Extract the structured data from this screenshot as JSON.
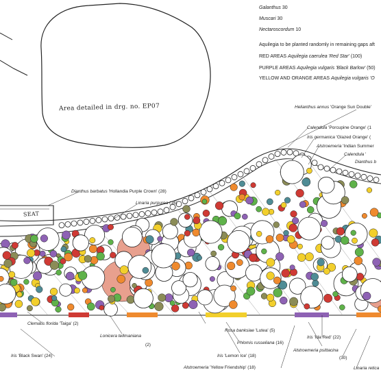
{
  "title_block": {
    "bulb_lines": [
      {
        "name": "Galanthus",
        "qty": "30"
      },
      {
        "name": "Muscari",
        "qty": "30"
      },
      {
        "name": "Nectaroscordum",
        "qty": "10"
      }
    ],
    "aquilegia_intro": "Aquilegia to be planted randomly in remaining gaps aft",
    "aquilegia_lines": [
      {
        "area": "RED AREAS",
        "plant": "Aquilegia caerulea 'Red Star'",
        "qty": "(100)"
      },
      {
        "area": "PURPLE AREAS",
        "plant": "Aquilegia vulgaris 'Black Barlow'",
        "qty": "(50)"
      },
      {
        "area": "YELLOW AND ORANGE AREAS",
        "plant": "Aquilegia vulgaris 'O",
        "qty": ""
      }
    ]
  },
  "handwritten": {
    "area_note": "Area detailed in drg. no. EP07",
    "seat": "SEAT"
  },
  "labels": [
    {
      "id": "helianthus",
      "species": "Helianthus annus",
      "cultivar": "'Orange Sun Double'",
      "qty": ""
    },
    {
      "id": "calendula",
      "species": "Calendula",
      "cultivar": "'Porcupine Orange'",
      "qty": "(1"
    },
    {
      "id": "iris-germanica",
      "species": "Iris germanica",
      "cultivar": "'Glazed Orange'",
      "qty": "("
    },
    {
      "id": "alstroemeria-summer",
      "species": "Alstroemeria",
      "cultivar": "'Indian Summer",
      "qty": ""
    },
    {
      "id": "calendula-2",
      "species": "Calendula",
      "cultivar": "'",
      "qty": ""
    },
    {
      "id": "dianthus-b",
      "species": "Dianthus b",
      "cultivar": "",
      "qty": ""
    },
    {
      "id": "dianthus-barbatus",
      "species": "Dianthus barbatus",
      "cultivar": "'Hollandia Purple Crown'",
      "qty": "(28)"
    },
    {
      "id": "linaria-purpurea",
      "species": "Linaria purpurea",
      "cultivar": "",
      "qty": "(16)"
    },
    {
      "id": "clematis",
      "species": "Clematis florida",
      "cultivar": "'Taiga'",
      "qty": "(2)"
    },
    {
      "id": "iris-black-swan",
      "species": "Iris",
      "cultivar": "'Black Swan'",
      "qty": "(24)"
    },
    {
      "id": "lonicera",
      "species": "Lonicera tellmaniana",
      "cultivar": "",
      "qty": "(2)"
    },
    {
      "id": "rosa",
      "species": "Rosa banksiae",
      "cultivar": "'Lutea'",
      "qty": "(5)"
    },
    {
      "id": "phlomis",
      "species": "Phlomis russeliana",
      "cultivar": "",
      "qty": "(16)"
    },
    {
      "id": "iris-lemon-ice",
      "species": "Iris",
      "cultivar": "'Lemon Ice'",
      "qty": "(18)"
    },
    {
      "id": "alstroemeria-yf",
      "species": "Alstroemeria",
      "cultivar": "'Yellow Friendship'",
      "qty": "(18)"
    },
    {
      "id": "iris-ida-red",
      "species": "Iris",
      "cultivar": "'Ida Red'",
      "qty": "(22)"
    },
    {
      "id": "alstroemeria-psittacina",
      "species": "Alstroemeria psittacina",
      "cultivar": "",
      "qty": "(30)"
    },
    {
      "id": "linaria-reticulata",
      "species": "Linaria retica",
      "cultivar": "",
      "qty": ""
    }
  ],
  "colors": {
    "ink": "#222222",
    "red": "#cf3a34",
    "purple": "#8e62b4",
    "teal": "#4f8c95",
    "green": "#5fb24a",
    "orange": "#ef8a2e",
    "yellow": "#f2cf2c",
    "pink": "#e8a08e",
    "olive": "#8b8c57"
  }
}
